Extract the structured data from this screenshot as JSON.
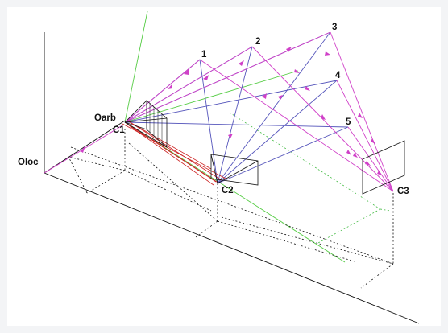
{
  "diagram": {
    "origin_labels": {
      "local": "Oloc",
      "arbitrary": "Oarb"
    },
    "cameras": [
      "C1",
      "C2",
      "C3"
    ],
    "points": [
      "1",
      "2",
      "3",
      "4",
      "5"
    ],
    "colors": {
      "ray_camera1": "#5555bb",
      "ray_camera2": "#d040c8",
      "ray_camera3": "#d040c8",
      "red_rays": "#cc2222",
      "axis_green": "#55cc44",
      "frame_black": "#111111",
      "projection_dotted": "#111111",
      "projection_green_dotted": "#44bb44"
    }
  }
}
